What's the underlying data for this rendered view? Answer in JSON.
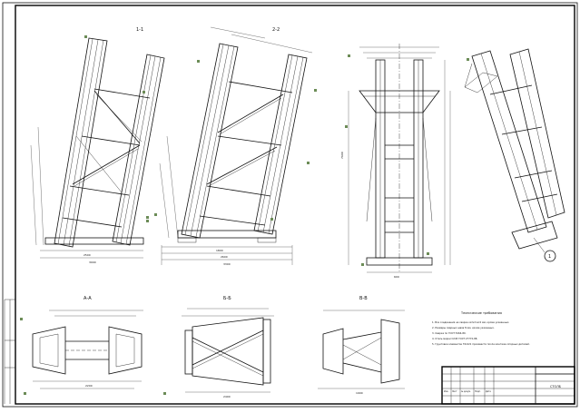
{
  "sheet": {
    "section_labels": {
      "view_1": "1-1",
      "view_2": "2-2",
      "view_a": "А-А",
      "view_b": "Б-Б",
      "view_v": "В-В"
    },
    "callout_number": "1",
    "notes_title": "Технические требования",
    "notes": [
      "1. Все соединения на сварке катетом 6 мм, кроме указанных.",
      "2. Размеры сварных швов 8 мм, кроме указанных.",
      "3. Сварка по ГОСТ 5264-80.",
      "4. Сталь марки С245 ГОСТ 27772-88.",
      "5. Грунтовка элементов ГФ-021 произвести после монтажа опорных деталей."
    ],
    "stamp": {
      "code": "СТОЛБ",
      "small_labels": [
        "Изм.",
        "Лист",
        "№ докум.",
        "Подп.",
        "Дата"
      ]
    }
  },
  "colors": {
    "lines": "#111111",
    "marker": "#6c8c57"
  }
}
